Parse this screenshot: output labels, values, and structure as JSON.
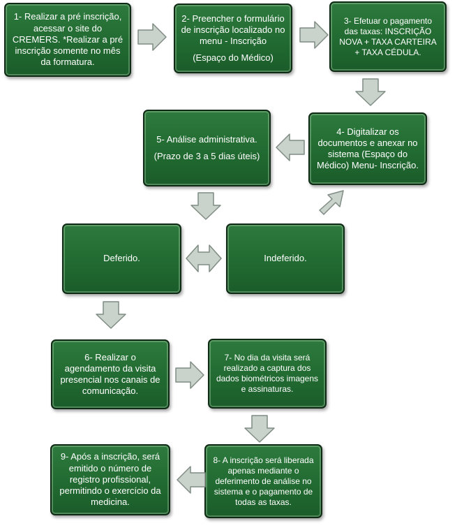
{
  "steps": {
    "s1": {
      "text": "1- Realizar a pré inscrição, acessar o site do CREMERS. *Realizar a pré inscrição somente no mês da formatura."
    },
    "s2": {
      "text": "2- Preencher o formulário de inscrição localizado no menu - Inscrição",
      "note": "(Espaço do Médico)"
    },
    "s3": {
      "text": "3- Efetuar o pagamento das taxas: INSCRIÇÃO NOVA + TAXA CARTEIRA + TAXA CÉDULA."
    },
    "s4": {
      "text": "4- Digitalizar os documentos e anexar no sistema (Espaço do Médico) Menu- Inscrição."
    },
    "s5": {
      "text": "5- Análise administrativa.",
      "note": "(Prazo de 3 a 5 dias úteis)"
    },
    "deferido": {
      "text": "Deferido."
    },
    "indeferido": {
      "text": "Indeferido."
    },
    "s6": {
      "text": "6- Realizar o agendamento da visita presencial nos canais de comunicação."
    },
    "s7": {
      "text": "7- No dia da visita será realizado a captura dos dados biométricos imagens e assinaturas."
    },
    "s8": {
      "text": "8- A inscrição será liberada apenas mediante o deferimento de análise no sistema e o pagamento de todas as taxas."
    },
    "s9": {
      "text": "9- Após a inscrição, será emitido o número de registro profissional, permitindo o exercício da medicina."
    }
  },
  "colors": {
    "box_fill": "#216a31",
    "box_border": "#0f2a14",
    "arrow_fill": "#c9d2cb",
    "arrow_stroke": "#7f8c83"
  },
  "arrows": [
    {
      "name": "arrow-1-to-2",
      "direction": "right"
    },
    {
      "name": "arrow-2-to-3",
      "direction": "right"
    },
    {
      "name": "arrow-3-to-4",
      "direction": "down"
    },
    {
      "name": "arrow-4-to-5",
      "direction": "left"
    },
    {
      "name": "arrow-5-down",
      "direction": "down"
    },
    {
      "name": "arrow-indeferido-to-4",
      "direction": "up-right"
    },
    {
      "name": "arrow-deferido-indeferido",
      "direction": "left-right"
    },
    {
      "name": "arrow-deferido-to-6",
      "direction": "down"
    },
    {
      "name": "arrow-6-to-7",
      "direction": "right"
    },
    {
      "name": "arrow-7-to-8",
      "direction": "down"
    },
    {
      "name": "arrow-8-to-9",
      "direction": "left"
    }
  ]
}
